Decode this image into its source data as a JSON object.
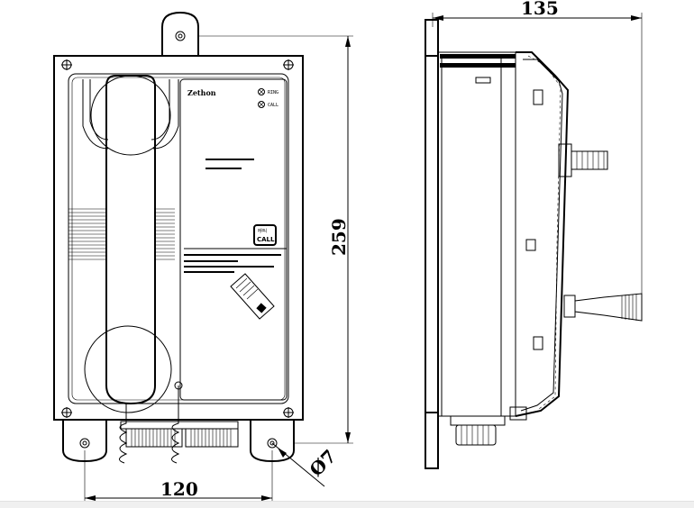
{
  "dimensions": {
    "depth": "135",
    "height": "259",
    "mount_spacing": "120",
    "hole_diameter": "Ø7"
  },
  "front_panel": {
    "brand": "Zethon",
    "indicator_1": "RING",
    "indicator_2": "CALL",
    "call_button_top": "呼叫",
    "call_button": "CALL"
  }
}
